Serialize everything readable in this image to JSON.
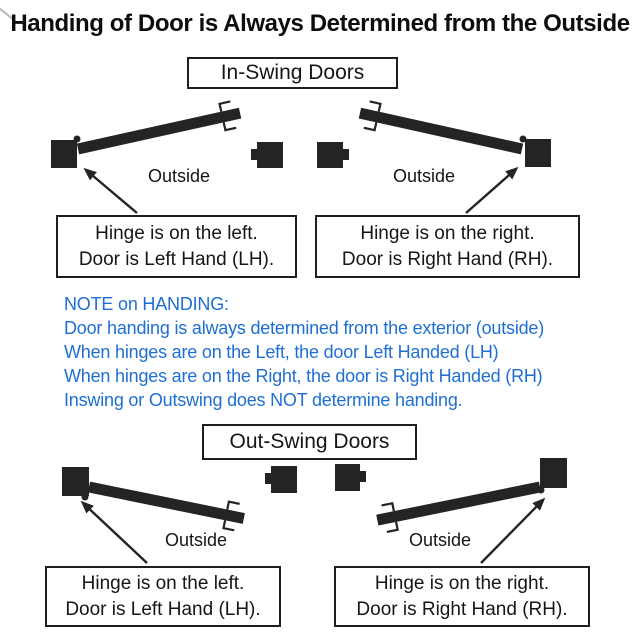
{
  "title": "Handing of Door is Always Determined from the Outside",
  "colors": {
    "ink": "#242424",
    "text": "#161616",
    "note_blue": "#1E6FD2",
    "background": "#FFFFFF"
  },
  "in_swing": {
    "section_label": "In-Swing Doors",
    "left": {
      "outside_label": "Outside",
      "caption_line1": "Hinge is on the left.",
      "caption_line2": "Door is Left Hand (LH)."
    },
    "right": {
      "outside_label": "Outside",
      "caption_line1": "Hinge is on the right.",
      "caption_line2": "Door is Right Hand (RH)."
    }
  },
  "note": {
    "heading": "NOTE on HANDING:",
    "lines": [
      "Door handing is always determined from the exterior (outside)",
      "When hinges are on the Left, the door Left Handed (LH)",
      "When hinges are on the Right, the door is Right Handed (RH)",
      "Inswing or Outswing does NOT determine handing."
    ]
  },
  "out_swing": {
    "section_label": "Out-Swing Doors",
    "left": {
      "outside_label": "Outside",
      "caption_line1": "Hinge is on the left.",
      "caption_line2": "Door is Left Hand (LH)."
    },
    "right": {
      "outside_label": "Outside",
      "caption_line1": "Hinge is on the right.",
      "caption_line2": "Door is Right Hand (RH)."
    }
  }
}
